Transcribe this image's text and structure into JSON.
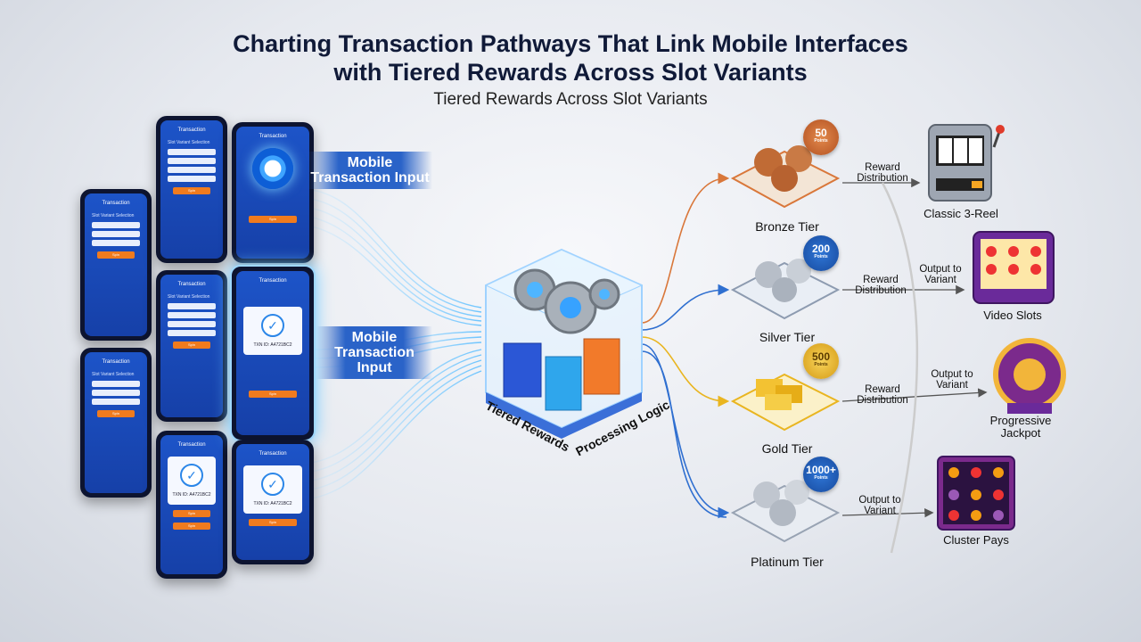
{
  "header": {
    "title_line1": "Charting Transaction Pathways That Link Mobile Interfaces",
    "title_line2": "with Tiered Rewards Across Slot Variants",
    "subtitle": "Tiered Rewards Across Slot Variants"
  },
  "inputs": [
    {
      "label": "Mobile Transaction Input"
    },
    {
      "label": "Mobile Transaction Input"
    }
  ],
  "hub": {
    "left_label": "Tiered Rewards",
    "right_label": "Processing Logic"
  },
  "tiers": [
    {
      "name": "Bronze Tier",
      "points": "50",
      "points_unit": "Points",
      "color": "#d9773a",
      "flow": "Reward Distribution"
    },
    {
      "name": "Silver Tier",
      "points": "200",
      "points_unit": "Points",
      "color": "#2f6fd0",
      "flow": "Reward Distribution"
    },
    {
      "name": "Gold Tier",
      "points": "500",
      "points_unit": "Points",
      "color": "#e9b520",
      "flow": "Reward Distribution"
    },
    {
      "name": "Platinum Tier",
      "points": "1000+",
      "points_unit": "Points",
      "color": "#2f6fd0",
      "flow": "Output to Variant"
    }
  ],
  "slots": [
    {
      "name": "Classic 3-Reel"
    },
    {
      "name": "Video Slots",
      "flow": "Output to Variant"
    },
    {
      "name": "Progressive Jackpot",
      "flow": "Output to Variant"
    },
    {
      "name": "Cluster Pays"
    }
  ],
  "phone_text": {
    "app_title": "Transaction",
    "code": "TXN ID: A4721BC2",
    "button": "Spin",
    "form_heading": "Slot Variant Selection"
  }
}
